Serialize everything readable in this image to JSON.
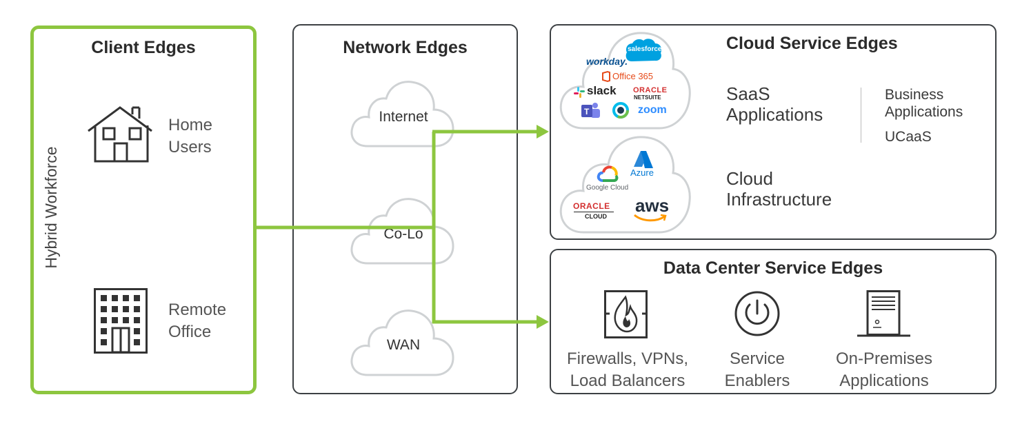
{
  "client": {
    "title": "Client Edges",
    "vertical_label": "Hybrid Workforce",
    "items": [
      {
        "icon": "house-icon",
        "line1": "Home",
        "line2": "Users"
      },
      {
        "icon": "office-building-icon",
        "line1": "Remote",
        "line2": "Office"
      }
    ]
  },
  "network": {
    "title": "Network Edges",
    "clouds": [
      "Internet",
      "Co-Lo",
      "WAN"
    ]
  },
  "cloud_services": {
    "title": "Cloud Service Edges",
    "saas_line1": "SaaS",
    "saas_line2": "Applications",
    "business_line1": "Business",
    "business_line2": "Applications",
    "ucaas": "UCaaS",
    "infra_line1": "Cloud",
    "infra_line2": "Infrastructure",
    "saas_logos": {
      "workday": "workday.",
      "salesforce": "salesforce",
      "office365": "Office 365",
      "slack": "slack",
      "oracle": "ORACLE",
      "netsuite": "NETSUITE",
      "zoom": "zoom"
    },
    "infra_logos": {
      "azure": "Azure",
      "google_cloud": "Google Cloud",
      "oracle": "ORACLE",
      "oracle_cloud": "CLOUD",
      "aws": "aws"
    }
  },
  "data_center": {
    "title": "Data Center Service Edges",
    "items": [
      {
        "icon": "firewall-icon",
        "line1": "Firewalls, VPNs,",
        "line2": "Load Balancers"
      },
      {
        "icon": "power-icon",
        "line1": "Service",
        "line2": "Enablers"
      },
      {
        "icon": "server-icon",
        "line1": "On-Premises",
        "line2": "Applications"
      }
    ]
  },
  "colors": {
    "accent_green": "#8dc63f",
    "border_dark": "#3c4043",
    "cloud_gray": "#cfd2d4"
  }
}
